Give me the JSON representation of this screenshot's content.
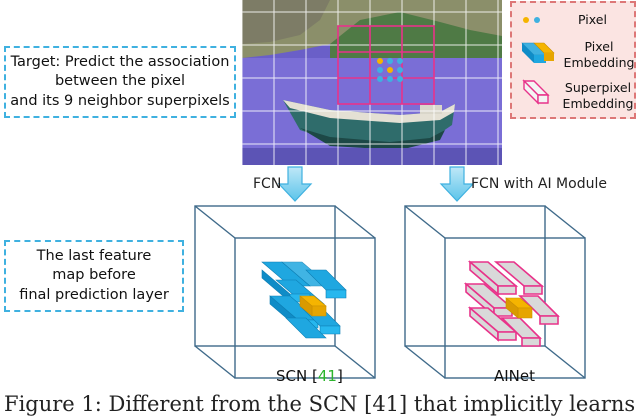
{
  "target_text": [
    "Target: Predict the association",
    "between the pixel",
    "and its 9 neighbor superpixels"
  ],
  "feature_text": [
    "The last feature",
    "map before",
    "final prediction layer"
  ],
  "legend": {
    "pixel": "Pixel",
    "pixel_embedding": [
      "Pixel",
      "Embedding"
    ],
    "superpixel_embedding": [
      "Superpixel",
      "Embedding"
    ]
  },
  "arrows": {
    "left": "FCN",
    "right": "FCN with AI Module"
  },
  "captions": {
    "scn": "SCN",
    "scn_cite": "41",
    "ainet": "AINet"
  },
  "figure_caption": "Figure 1: Different from the SCN [41] that implicitly learns",
  "colors": {
    "accent_blue": "#3fb1e0",
    "pixel_orange": "#f5b400",
    "superpixel_pink": "#e8338a",
    "legend_bg": "#fbe4e2"
  }
}
